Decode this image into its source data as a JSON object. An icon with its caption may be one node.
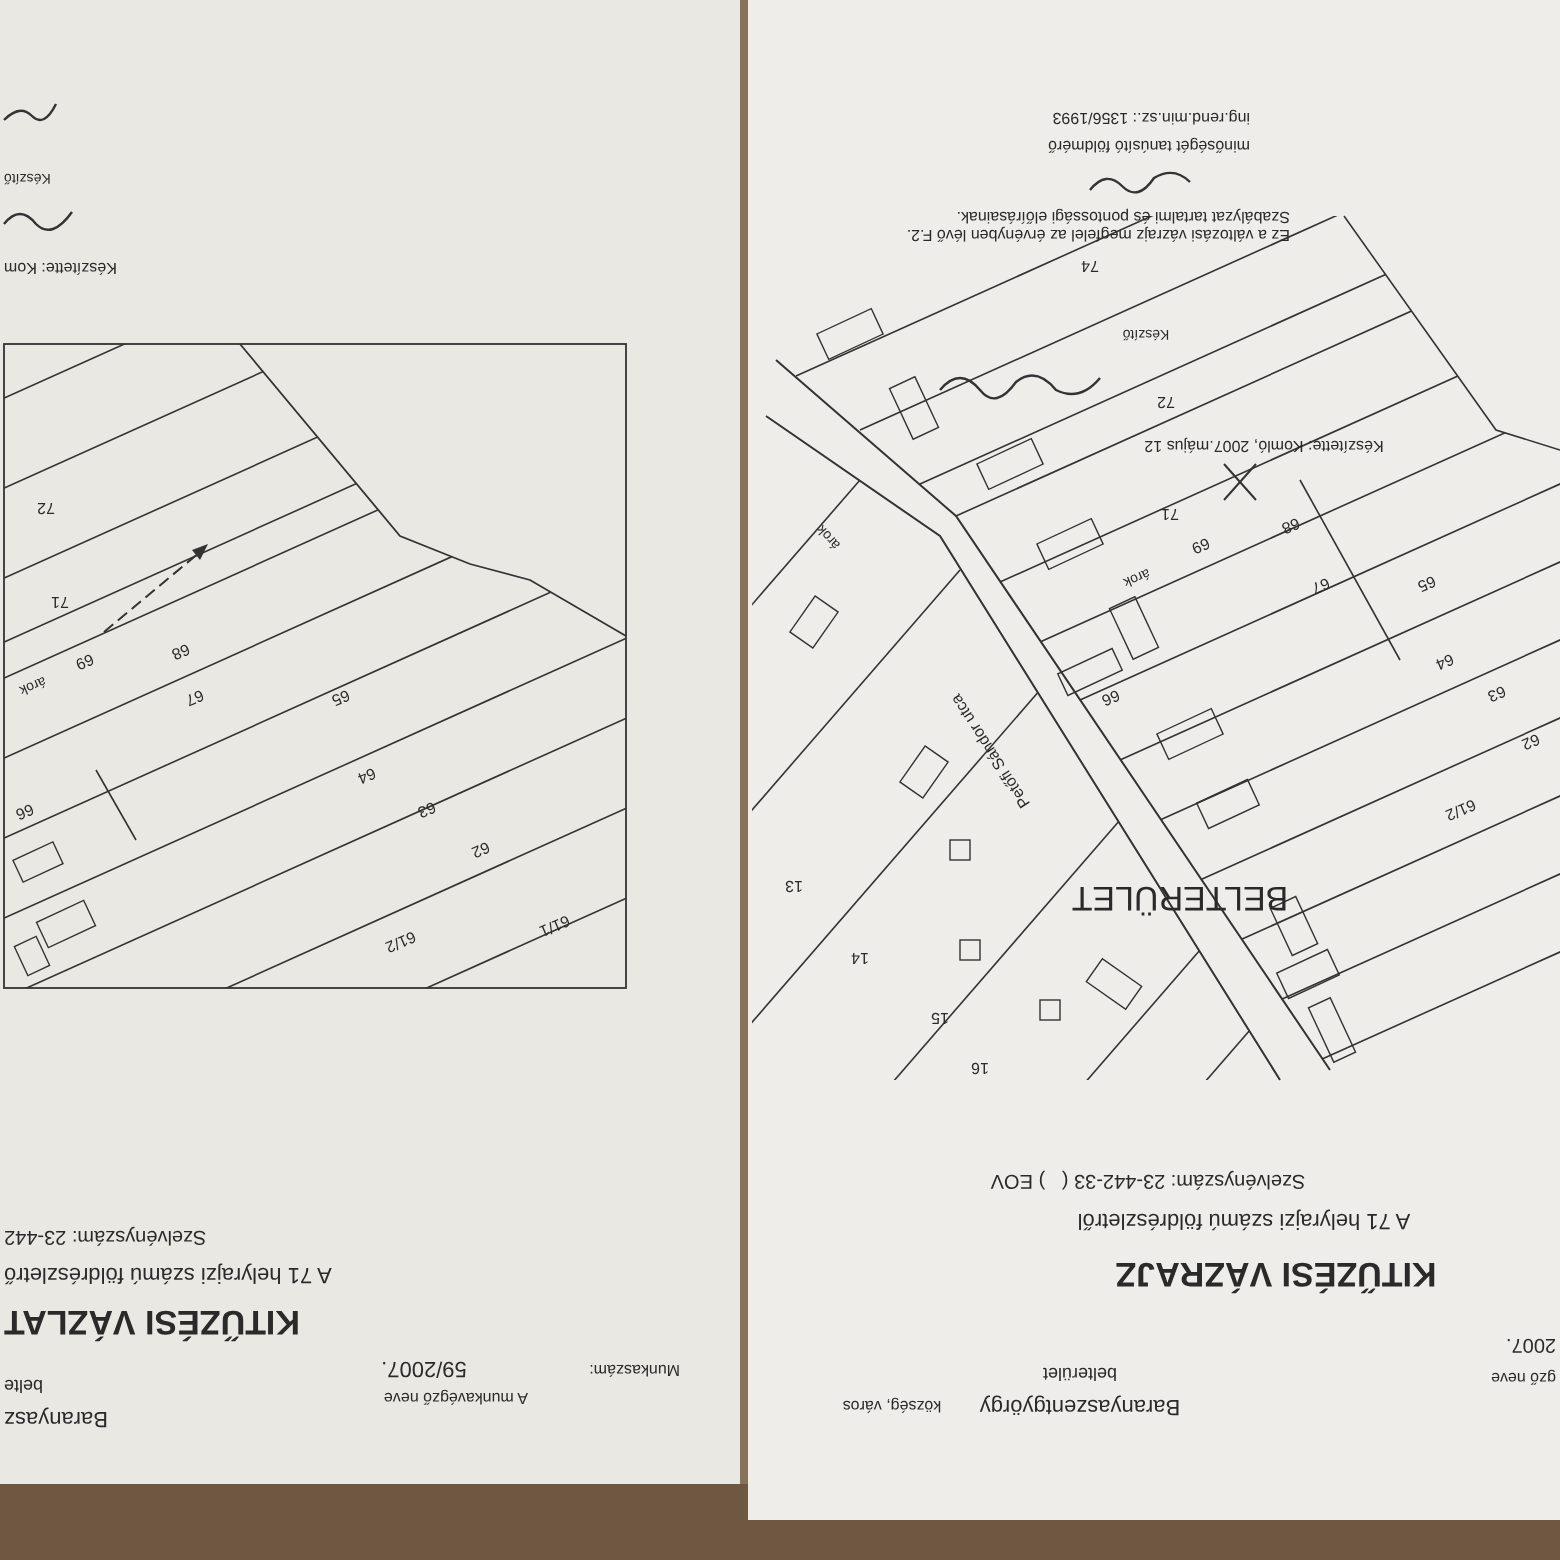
{
  "diagram": {
    "labels": [
      "ing.rend.min.sz.: 1356/1993",
      "minőségét tanúsító földmérő",
      "Ez a változási vázrajz megfelel az érvényben lévő F.2. Szabályzat tartalmi és pontossági előírásainak.",
      "74",
      "Készítő",
      "72",
      "Készítette: Komló, 2007.május 12",
      "71",
      "árok",
      "árok",
      "69",
      "68",
      "67",
      "65",
      "64",
      "63",
      "66",
      "62",
      "Petőfi Sándor utca",
      "61/2",
      "13",
      "BELTERÜLET",
      "14",
      "15",
      "16",
      "Szelvényszám: 23-442-33 (   ) EOV",
      "A 71 helyrajzi számú földrészletről",
      "KITŰZÉSI VÁZRAJZ",
      "2007.",
      "belterület",
      "gző neve",
      "község, város",
      "Baranyaszentgyörgy",
      "Készítette: Kom",
      "Készítő",
      "72",
      "71",
      "árok",
      "69",
      "68",
      "67",
      "65",
      "64",
      "63",
      "66",
      "62",
      "61/1",
      "61/2",
      "Szelvényszám: 23-442",
      "A 71 helyrajzi számú földrészletrő",
      "KITŰZÉSI VÁZLAT",
      "Munkaszám:",
      "59/2007.",
      "belte",
      "A munkavégző neve",
      "Baranyasz"
    ]
  }
}
